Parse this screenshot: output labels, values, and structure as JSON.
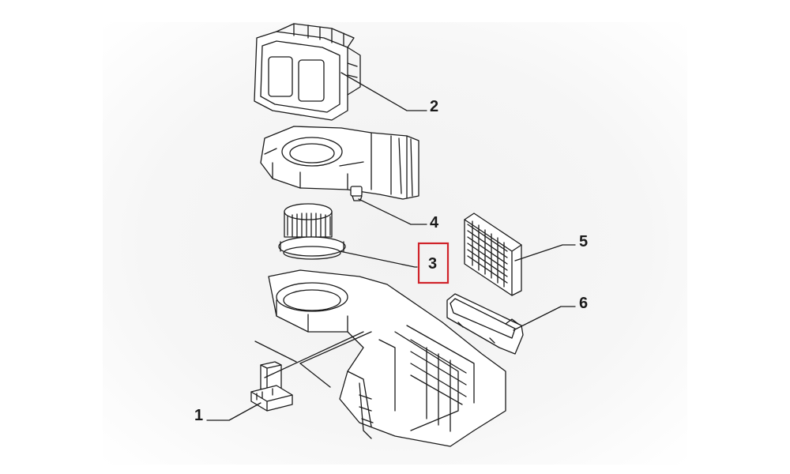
{
  "diagram": {
    "callouts": [
      {
        "id": "1",
        "label": "1"
      },
      {
        "id": "2",
        "label": "2"
      },
      {
        "id": "3",
        "label": "3",
        "highlight": true
      },
      {
        "id": "4",
        "label": "4"
      },
      {
        "id": "5",
        "label": "5"
      },
      {
        "id": "6",
        "label": "6"
      }
    ],
    "highlight_color": "#d0232a",
    "line_color": "#1a1a1a",
    "background_color": "#f4f4f4"
  },
  "parts": [
    {
      "callout": "1",
      "icon": "blower-resistor-icon"
    },
    {
      "callout": "2",
      "icon": "air-intake-housing-icon"
    },
    {
      "callout": "3",
      "icon": "blower-fan-motor-icon"
    },
    {
      "callout": "4",
      "icon": "clip-icon"
    },
    {
      "callout": "5",
      "icon": "cabin-filter-icon"
    },
    {
      "callout": "6",
      "icon": "filter-cover-icon"
    }
  ]
}
